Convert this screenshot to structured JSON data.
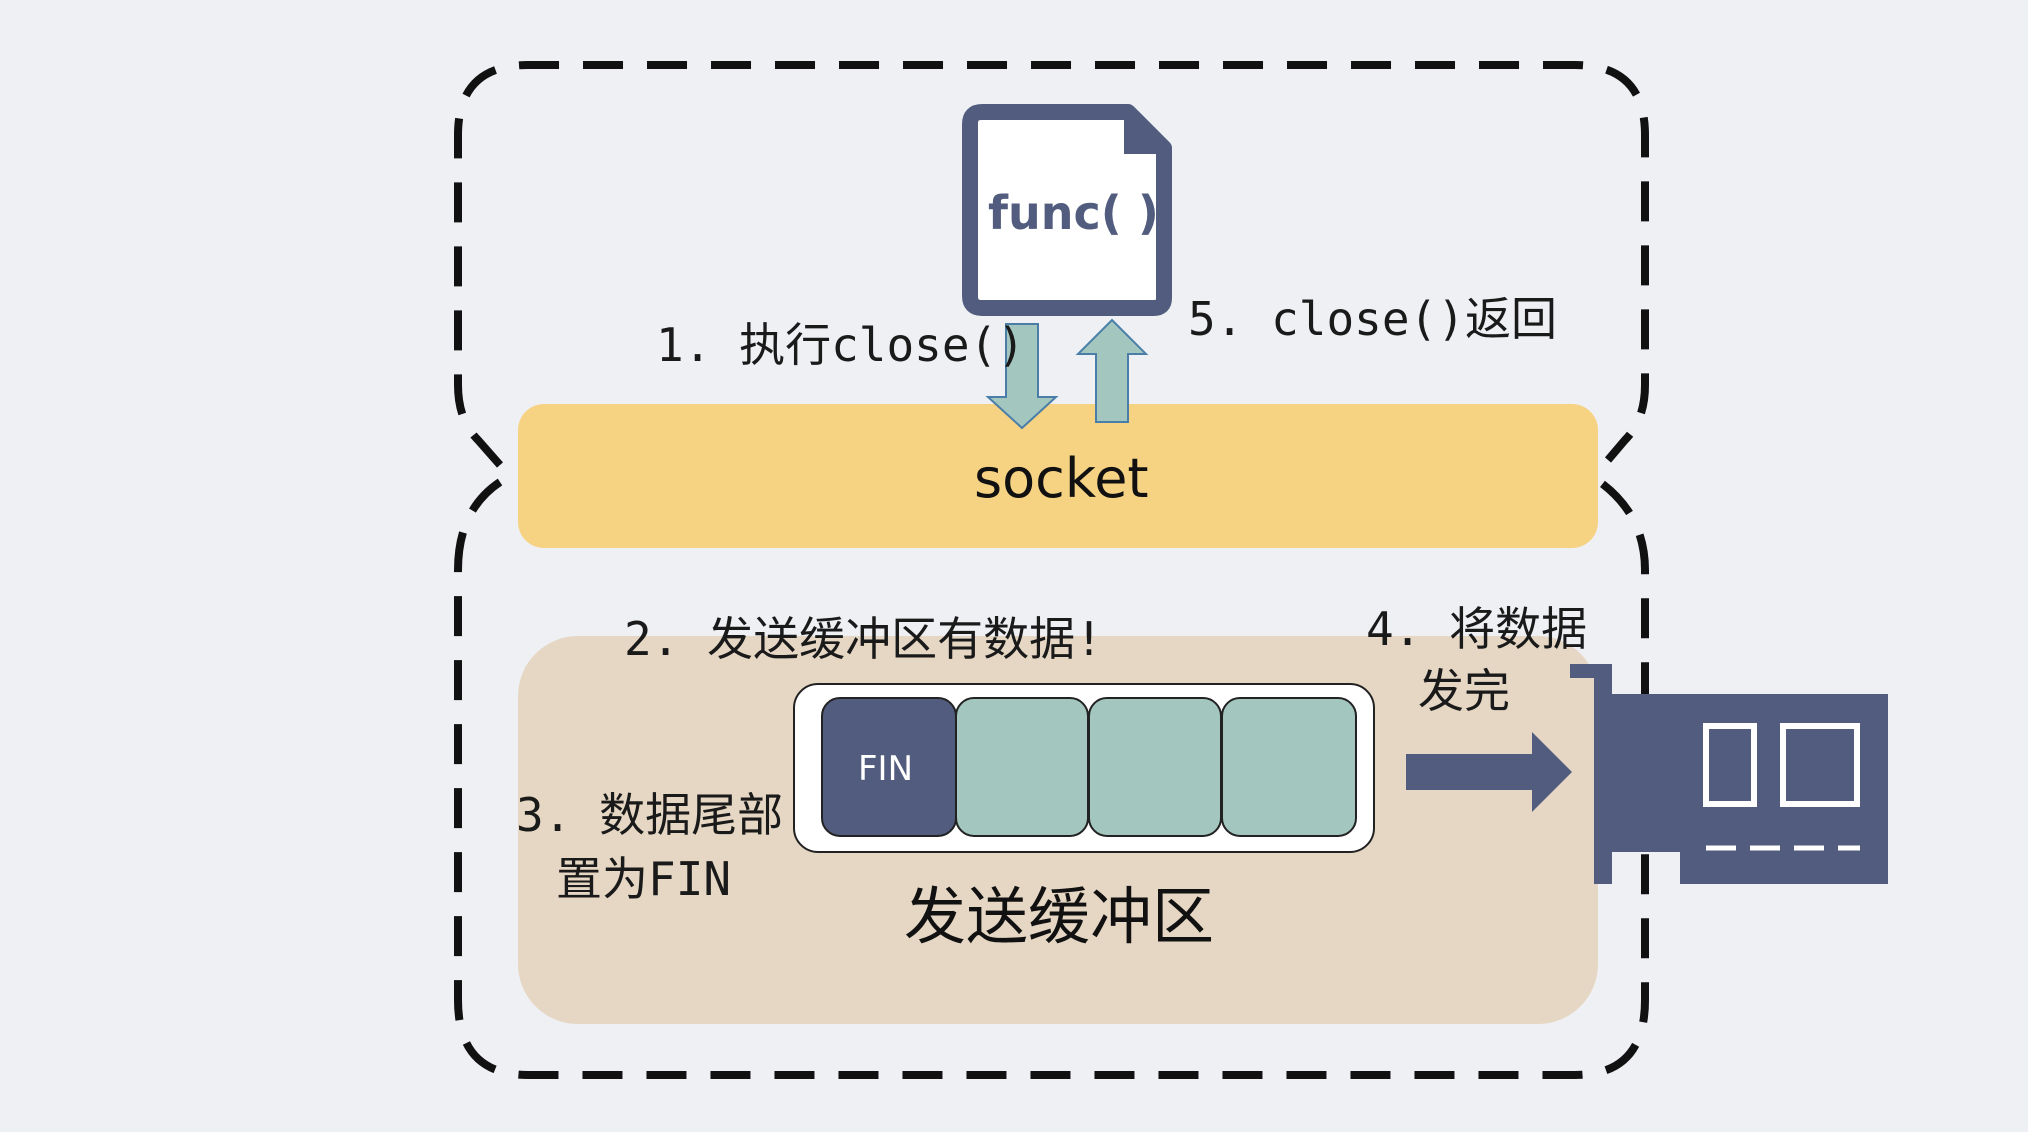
{
  "file_label": "func( )",
  "socket_label": "socket",
  "steps": {
    "step1": "1. 执行close()",
    "step2": "2. 发送缓冲区有数据!",
    "step3_line1": "3. 数据尾部",
    "step3_line2": "置为FIN",
    "step4_line1": "4. 将数据",
    "step4_line2": "发完",
    "step5": "5. close()返回"
  },
  "buffer": {
    "first_slot_label": "FIN",
    "title": "发送缓冲区"
  },
  "colors": {
    "background": "#eff0f4",
    "socket_bar": "#f6d283",
    "send_buffer_area": "#e5d7c4",
    "fin_slot": "#525c7e",
    "data_slot": "#a3c7bf",
    "nic": "#525c7e",
    "arrow_fill": "#a3c7bf",
    "arrow_stroke": "#4a7ea8",
    "file_icon": "#525c7e"
  },
  "icons": {
    "file": "file-icon",
    "nic": "network-card-icon",
    "down_arrow": "arrow-down-icon",
    "up_arrow": "arrow-up-icon",
    "right_arrow": "arrow-right-icon"
  }
}
